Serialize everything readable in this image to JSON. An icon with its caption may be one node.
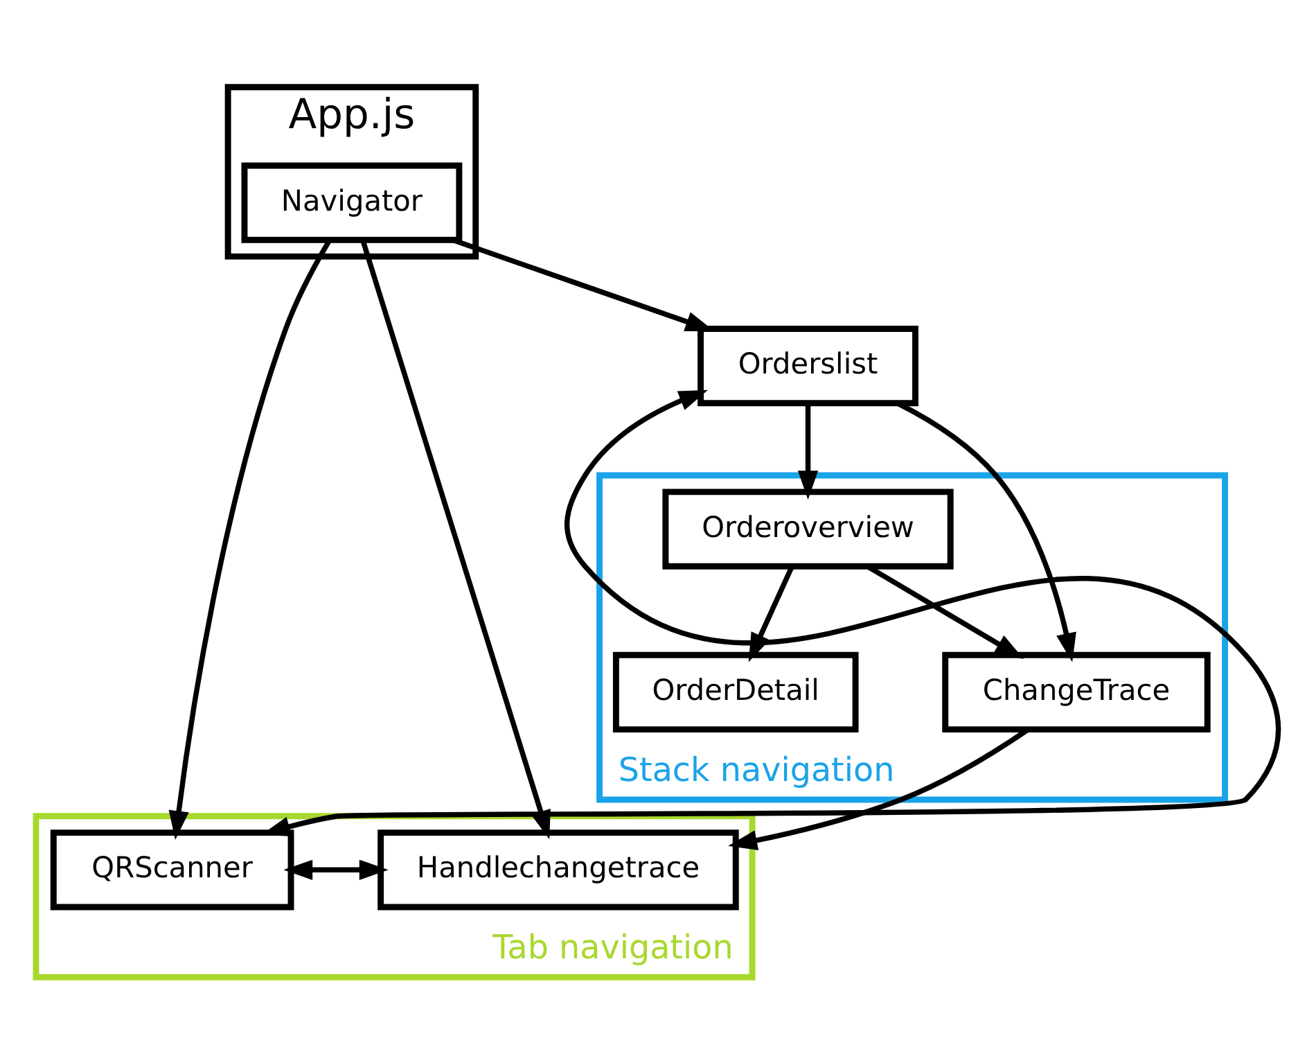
{
  "diagram": {
    "nodes": [
      {
        "text": [
          "App.js"
        ]
      },
      {
        "text": [
          "Navigator"
        ],
        "in": 0
      },
      {
        "text": [
          "Tab navigation"
        ]
      },
      {
        "text": [
          "Stack navigation"
        ]
      },
      {
        "text": [
          "Orderslist"
        ]
      },
      {
        "text": [
          "QRScanner"
        ],
        "in": 2
      },
      {
        "text": [
          "Handlechangetrace"
        ],
        "in": 2
      },
      {
        "text": [
          "Orderoverview"
        ],
        "in": 3
      },
      {
        "text": [
          "ChangeTrace"
        ],
        "in": 3
      },
      {
        "text": [
          "OrderDetail"
        ],
        "in": 3
      }
    ],
    "edges": [
      {
        "from": 1,
        "to": 4,
        "arrow": "to"
      },
      {
        "from": 1,
        "to": 5,
        "arrow": "to"
      },
      {
        "from": 1,
        "to": 6,
        "arrow": "to"
      },
      {
        "from": 4,
        "to": 5,
        "arrow": "both"
      },
      {
        "from": 5,
        "to": 6,
        "arrow": "both"
      },
      {
        "from": 4,
        "to": 7,
        "arrow": "to"
      },
      {
        "from": 4,
        "to": 8,
        "arrow": "to"
      },
      {
        "from": 7,
        "to": 8,
        "arrow": "to"
      },
      {
        "from": 8,
        "to": 6,
        "arrow": "to"
      },
      {
        "from": 7,
        "to": 9,
        "arrow": "to"
      }
    ]
  }
}
